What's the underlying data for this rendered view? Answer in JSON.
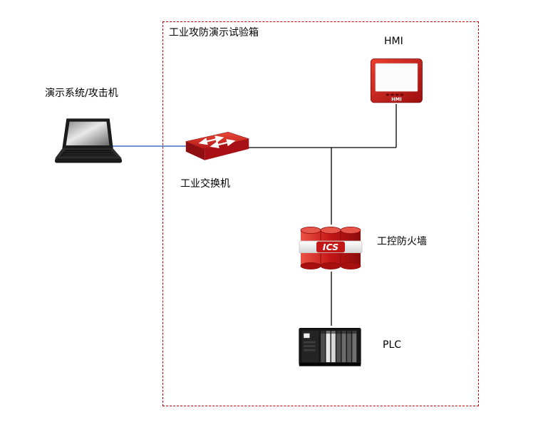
{
  "diagram": {
    "box_title": "工业攻防演示试验箱",
    "nodes": {
      "attacker": {
        "label": "演示系统/攻击机",
        "icon": "laptop-icon"
      },
      "switch": {
        "label": "工业交换机",
        "icon": "industrial-switch-icon"
      },
      "hmi": {
        "label": "HMI",
        "device_text": "HMI",
        "icon": "hmi-panel-icon"
      },
      "firewall": {
        "label": "工控防火墙",
        "device_text": "ICS",
        "icon": "ics-firewall-icon"
      },
      "plc": {
        "label": "PLC",
        "icon": "plc-icon"
      }
    },
    "connections": [
      {
        "from": "attacker",
        "to": "switch",
        "color": "#4472c4"
      },
      {
        "from": "switch",
        "to": "hmi",
        "color": "#000000"
      },
      {
        "from": "switch",
        "to": "firewall",
        "color": "#000000"
      },
      {
        "from": "firewall",
        "to": "plc",
        "color": "#000000"
      }
    ],
    "colors": {
      "box_border": "#c00000",
      "attacker_link": "#4472c4",
      "link": "#000000",
      "device_red": "#c01515"
    }
  }
}
